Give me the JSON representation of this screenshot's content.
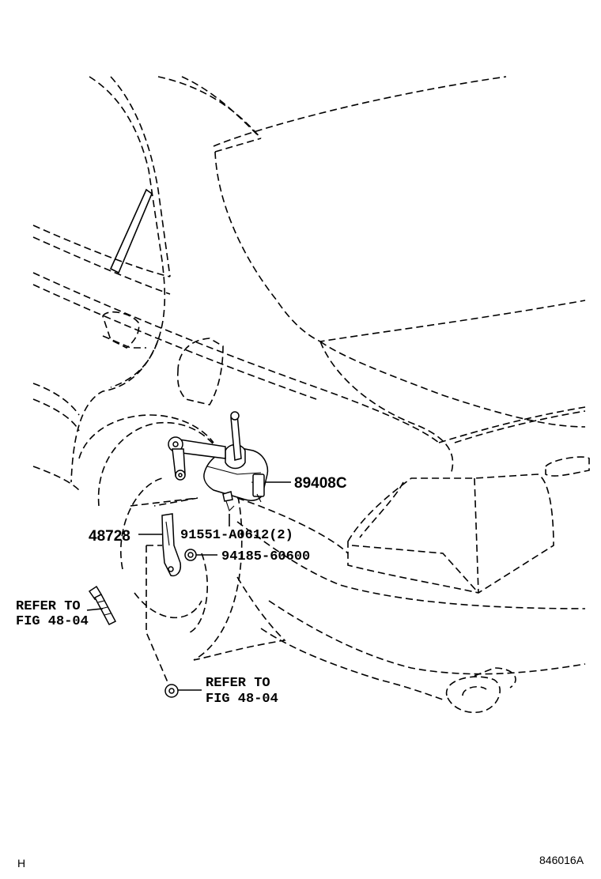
{
  "parts": [
    {
      "id": "part_89408C",
      "number": "89408C"
    },
    {
      "id": "part_48728",
      "number": "48728"
    },
    {
      "id": "part_91551",
      "number": "91551-A0612(2)"
    },
    {
      "id": "part_94185",
      "number": "94185-60600"
    }
  ],
  "references": [
    {
      "line1": "REFER TO",
      "line2": "FIG 48-04"
    },
    {
      "line1": "REFER TO",
      "line2": "FIG 48-04"
    }
  ],
  "footer": {
    "left_mark": "H",
    "figure_code": "846016A"
  }
}
